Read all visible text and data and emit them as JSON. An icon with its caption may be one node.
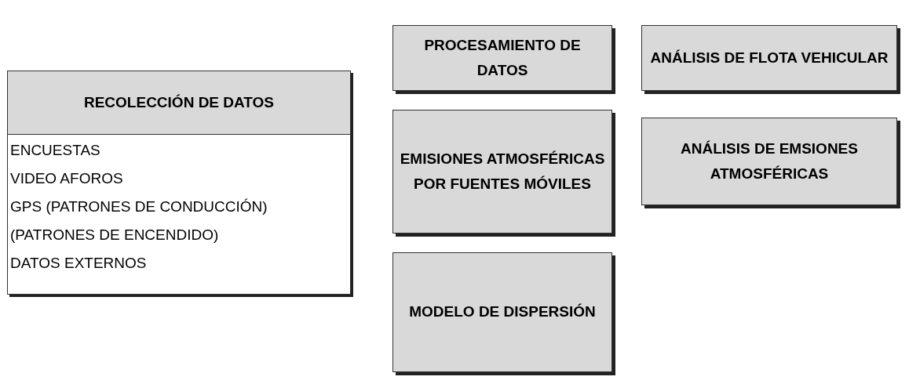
{
  "diagram": {
    "nodes": [
      {
        "text": [
          "RECOLECCIÓN DE DATOS",
          "ENCUESTAS",
          "VIDEO AFOROS",
          "GPS (PATRONES DE CONDUCCIÓN)",
          "(PATRONES DE ENCENDIDO)",
          "DATOS EXTERNOS"
        ]
      },
      {
        "text": [
          "PROCESAMIENTO DE DATOS"
        ]
      },
      {
        "text": [
          "ANÁLISIS DE FLOTA VEHICULAR"
        ]
      },
      {
        "text": [
          "EMISIONES ATMOSFÉRICAS POR FUENTES MÓVILES"
        ]
      },
      {
        "text": [
          "ANÁLISIS DE EMSIONES ATMOSFÉRICAS"
        ]
      },
      {
        "text": [
          "MODELO DE DISPERSIÓN"
        ]
      }
    ]
  }
}
